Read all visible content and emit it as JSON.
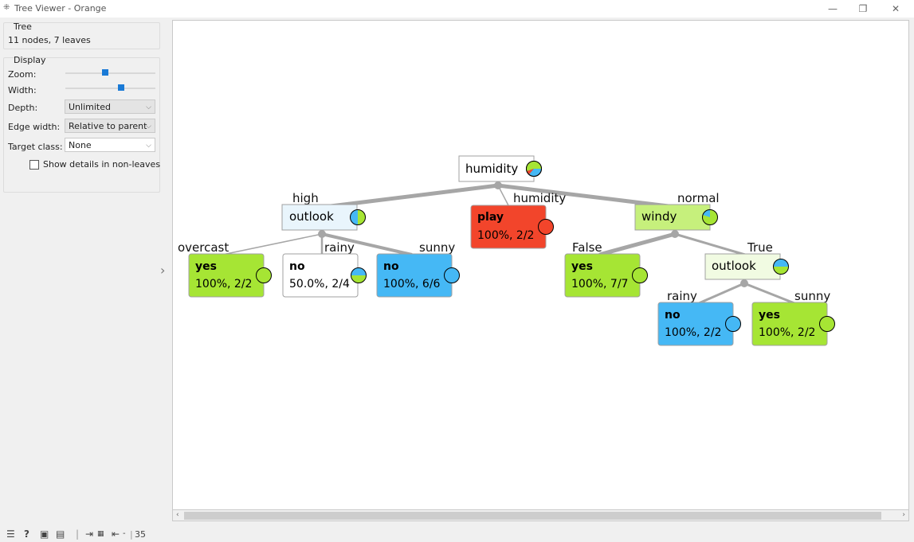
{
  "window": {
    "title": "Tree Viewer - Orange",
    "minimize": "—",
    "restore": "❐",
    "close": "✕"
  },
  "sidebar": {
    "tree_box": {
      "title": "Tree",
      "info": "11 nodes, 7 leaves"
    },
    "display_box": {
      "title": "Display",
      "zoom_label": "Zoom:",
      "width_label": "Width:",
      "depth_label": "Depth:",
      "depth_value": "Unlimited",
      "edge_label": "Edge width:",
      "edge_value": "Relative to parent",
      "target_label": "Target class:",
      "target_value": "None",
      "details_label": "Show details in non-leaves",
      "details_checked": false
    }
  },
  "tree": {
    "colors": {
      "yes": "#a6e534",
      "no": "#45b8f5",
      "play": "#f2452b",
      "root_fill": "#ffffff",
      "outlook_left": "#e9f5fc",
      "windy": "#c6f07c",
      "outlook_right": "#f1fbe2",
      "leaf_border": "#a0a0a0",
      "edge": "#a6a6a6"
    },
    "nodes": {
      "root": {
        "label": "humidity"
      },
      "outlook_high": {
        "label": "outlook",
        "edge_label": "high"
      },
      "play_mid": {
        "class": "play",
        "stats": "100%, 2/2",
        "edge_label": "humidity"
      },
      "windy": {
        "label": "windy",
        "edge_label": "normal"
      },
      "yes_overcast": {
        "class": "yes",
        "stats": "100%, 2/2",
        "edge_label": "overcast"
      },
      "no_rainy": {
        "class": "no",
        "stats": "50.0%, 2/4",
        "edge_label": "rainy"
      },
      "no_sunny": {
        "class": "no",
        "stats": "100%, 6/6",
        "edge_label": "sunny"
      },
      "yes_false": {
        "class": "yes",
        "stats": "100%, 7/7",
        "edge_label": "False"
      },
      "outlook_true": {
        "label": "outlook",
        "edge_label": "True"
      },
      "no_rainy2": {
        "class": "no",
        "stats": "100%, 2/2",
        "edge_label": "rainy"
      },
      "yes_sunny2": {
        "class": "yes",
        "stats": "100%, 2/2",
        "edge_label": "sunny"
      }
    }
  },
  "statusbar": {
    "count": "35"
  }
}
